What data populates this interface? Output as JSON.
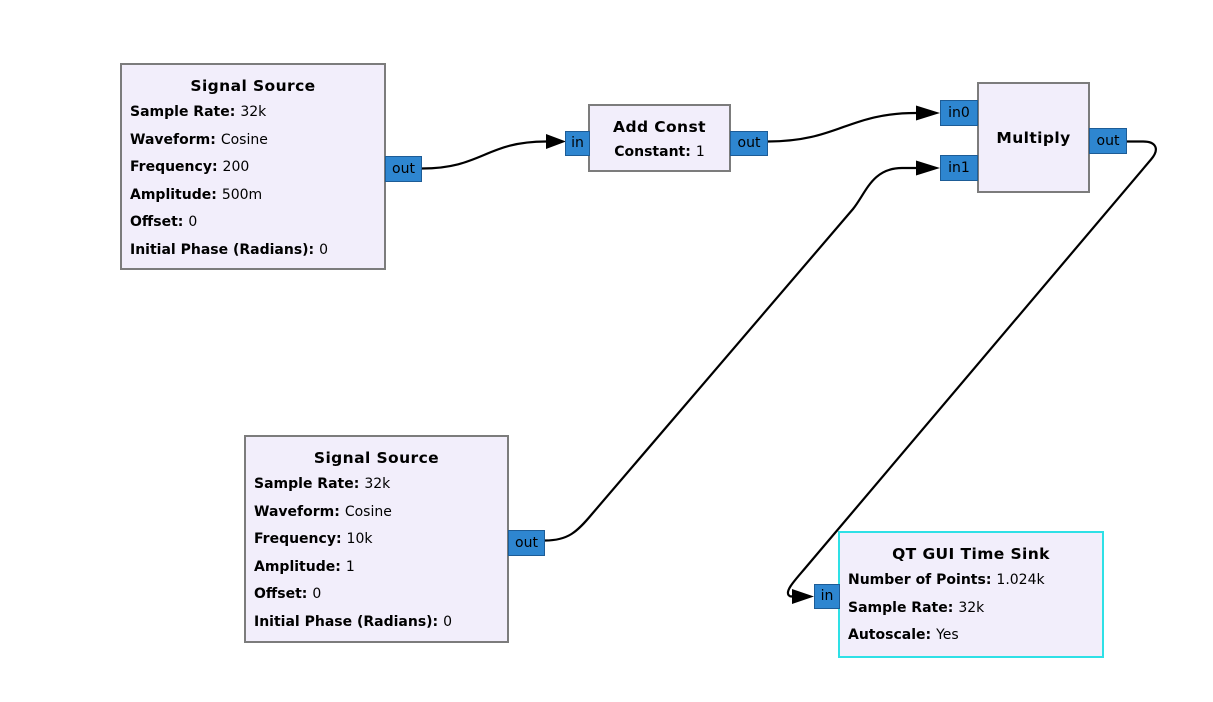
{
  "app": "flowgraph-canvas",
  "colors": {
    "canvas_bg": "#ffffff",
    "block_bg": "#f2eefb",
    "block_border": "#7c7c7c",
    "gui_block_border": "#2ee0e6",
    "port_fill": "#2e86d0",
    "wire": "#000000"
  },
  "blocks": {
    "signal_source_1": {
      "title": "Signal Source",
      "params": [
        {
          "label": "Sample Rate:",
          "value": "32k"
        },
        {
          "label": "Waveform:",
          "value": "Cosine"
        },
        {
          "label": "Frequency:",
          "value": "200"
        },
        {
          "label": "Amplitude:",
          "value": "500m"
        },
        {
          "label": "Offset:",
          "value": "0"
        },
        {
          "label": "Initial Phase (Radians):",
          "value": "0"
        }
      ],
      "ports": {
        "out": "out"
      }
    },
    "add_const": {
      "title": "Add Const",
      "params": [
        {
          "label": "Constant:",
          "value": "1"
        }
      ],
      "ports": {
        "in": "in",
        "out": "out"
      }
    },
    "multiply": {
      "title": "Multiply",
      "params": [],
      "ports": {
        "in0": "in0",
        "in1": "in1",
        "out": "out"
      }
    },
    "signal_source_2": {
      "title": "Signal Source",
      "params": [
        {
          "label": "Sample Rate:",
          "value": "32k"
        },
        {
          "label": "Waveform:",
          "value": "Cosine"
        },
        {
          "label": "Frequency:",
          "value": "10k"
        },
        {
          "label": "Amplitude:",
          "value": "1"
        },
        {
          "label": "Offset:",
          "value": "0"
        },
        {
          "label": "Initial Phase (Radians):",
          "value": "0"
        }
      ],
      "ports": {
        "out": "out"
      }
    },
    "qt_gui_time_sink": {
      "title": "QT GUI Time Sink",
      "params": [
        {
          "label": "Number of Points:",
          "value": "1.024k"
        },
        {
          "label": "Sample Rate:",
          "value": "32k"
        },
        {
          "label": "Autoscale:",
          "value": "Yes"
        }
      ],
      "ports": {
        "in": "in"
      }
    }
  },
  "connections": [
    {
      "from": "signal_source_1.out",
      "to": "add_const.in"
    },
    {
      "from": "add_const.out",
      "to": "multiply.in0"
    },
    {
      "from": "signal_source_2.out",
      "to": "multiply.in1"
    },
    {
      "from": "multiply.out",
      "to": "qt_gui_time_sink.in"
    }
  ]
}
